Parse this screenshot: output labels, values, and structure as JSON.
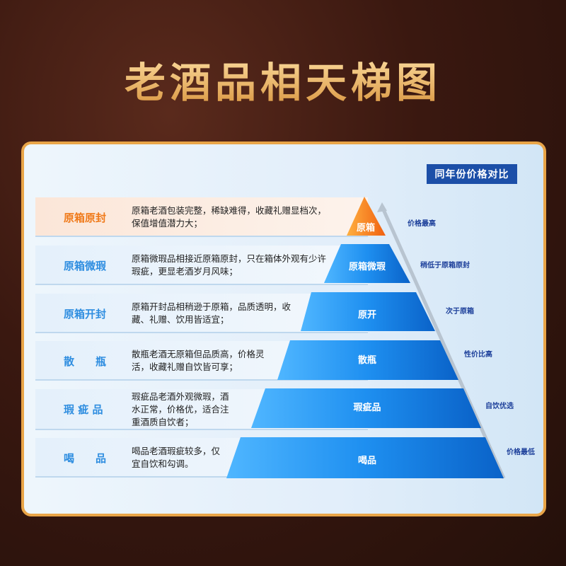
{
  "title": "老酒品相天梯图",
  "badge": "同年份价格对比",
  "tiers": [
    {
      "label": "原箱原封",
      "pyramid": "原箱",
      "desc": "原箱老酒包装完整，稀缺难得，收藏礼赠显档次，保值增值潜力大；",
      "price": "价格最高"
    },
    {
      "label": "原箱微瑕",
      "pyramid": "原箱微瑕",
      "desc": "原箱微瑕品相接近原箱原封，只在箱体外观有少许瑕疵，更显老酒岁月风味；",
      "price": "稍低于原箱原封"
    },
    {
      "label": "原箱开封",
      "pyramid": "原开",
      "desc": "原箱开封品相稍逊于原箱，品质透明，收藏、礼赠、饮用皆适宜；",
      "price": "次于原箱"
    },
    {
      "label": "散　　瓶",
      "pyramid": "散瓶",
      "desc": "散瓶老酒无原箱但品质高，价格灵活，收藏礼赠自饮皆可享；",
      "price": "性价比高"
    },
    {
      "label": "瑕 疵 品",
      "pyramid": "瑕疵品",
      "desc": "瑕疵品老酒外观微瑕，酒水正常，价格优，适合注重酒质自饮者；",
      "price": "自饮优选"
    },
    {
      "label": "喝　　品",
      "pyramid": "喝品",
      "desc": "喝品老酒瑕疵较多，仅宜自饮和勾调。",
      "price": "价格最低"
    }
  ],
  "colors": {
    "top": "#f07a1a",
    "tier": "#1e8ff0",
    "accent": "#1c4fa8",
    "border": "#e9a548"
  }
}
